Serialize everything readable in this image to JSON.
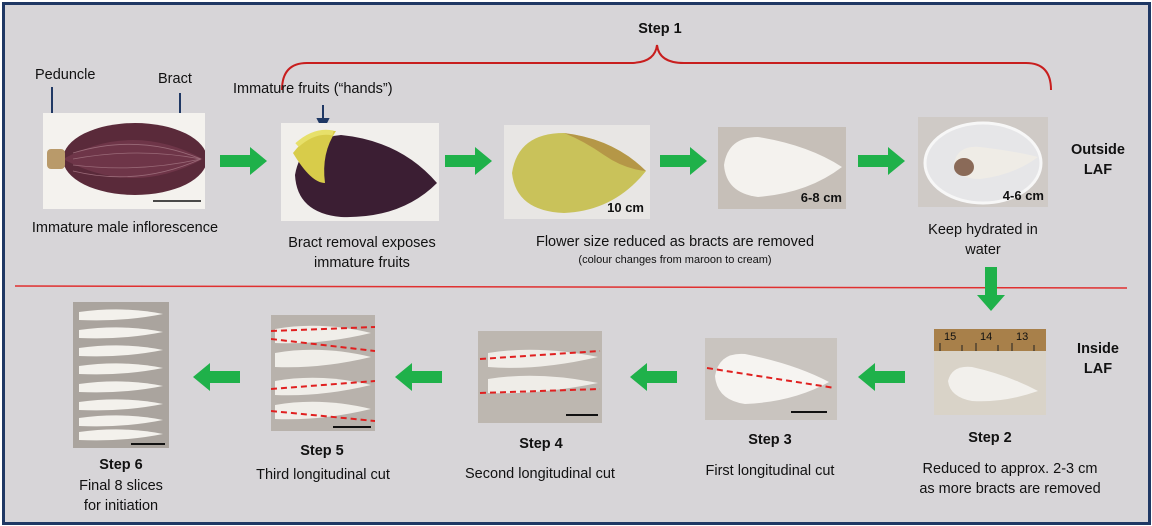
{
  "header": {
    "step1": "Step 1"
  },
  "sides": {
    "outside": "Outside\nLAF",
    "inside": "Inside\nLAF"
  },
  "labels": {
    "peduncle": "Peduncle",
    "bract": "Bract",
    "hands": "Immature fruits (“hands”)"
  },
  "top_row": [
    {
      "caption": "Immature male inflorescence"
    },
    {
      "caption": "Bract removal exposes\nimmature fruits"
    },
    {
      "caption": "Flower size reduced as bracts are removed",
      "sub": "(colour changes from maroon to cream)",
      "size": "10 cm"
    },
    {
      "size": "6-8 cm"
    },
    {
      "caption": "Keep hydrated in\nwater",
      "size": "4-6 cm"
    }
  ],
  "bottom_row": [
    {
      "step": "Step 2",
      "caption": "Reduced to approx. 2-3 cm\nas more bracts are removed",
      "ruler": [
        "15",
        "14",
        "13"
      ]
    },
    {
      "step": "Step 3",
      "caption": "First longitudinal cut"
    },
    {
      "step": "Step 4",
      "caption": "Second longitudinal cut"
    },
    {
      "step": "Step 5",
      "caption": "Third longitudinal cut"
    },
    {
      "step": "Step 6",
      "caption": "Final 8 slices\nfor initiation"
    }
  ],
  "colors": {
    "arrow": "#1fb14a",
    "divider": "#e03030",
    "bracket": "#c81e1e",
    "cut": "#e02020",
    "border": "#1f3864"
  }
}
